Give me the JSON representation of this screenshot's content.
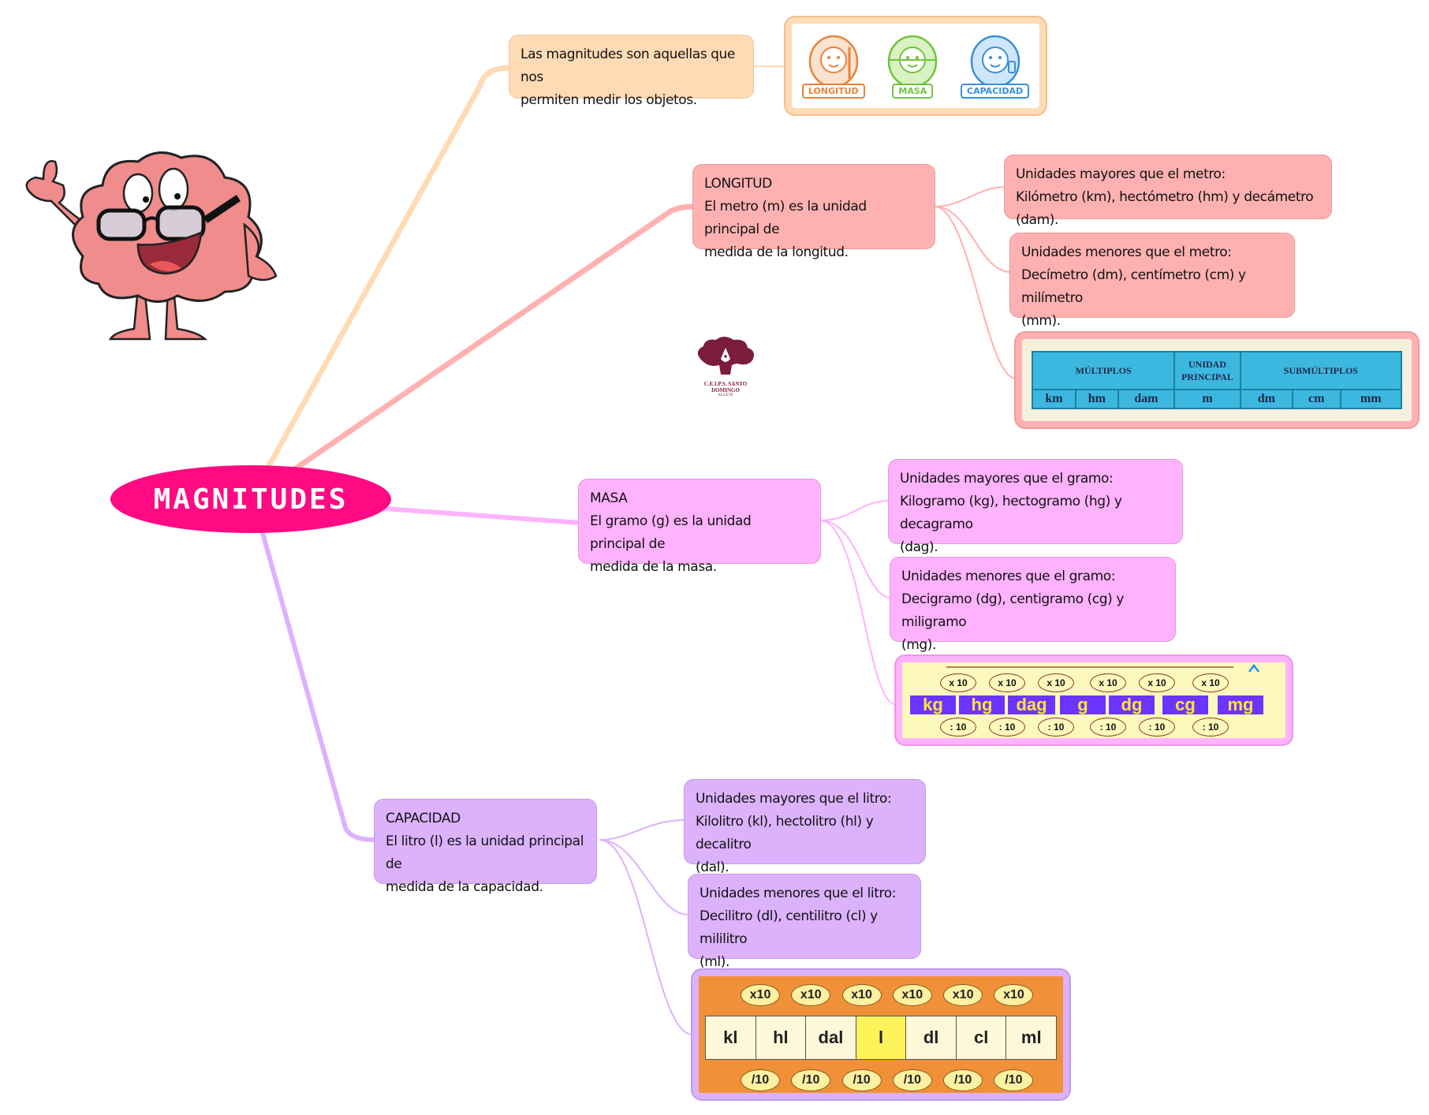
{
  "central_topic": {
    "label": "MAGNITUDES",
    "color": "#ff0a82"
  },
  "branch_colors": {
    "definition": "#ffdbb5",
    "longitud": "#ffb1b1",
    "masa": "#ffb2fd",
    "capacidad": "#dcb2fd"
  },
  "definition": {
    "lines": [
      "Las magnitudes son aquellas que nos",
      "permiten medir los objetos."
    ],
    "image": {
      "labels": [
        "LONGITUD",
        "MASA",
        "CAPACIDAD"
      ],
      "label_colors": [
        "#e8823a",
        "#72c23e",
        "#3a8fd8"
      ]
    }
  },
  "longitud": {
    "title": "LONGITUD",
    "lines": [
      "El metro (m) es la unidad principal de",
      "medida de la longitud."
    ],
    "mayores": {
      "lines": [
        "Unidades mayores que el metro:",
        "Kilómetro (km), hectómetro (hm) y decámetro (dam)."
      ]
    },
    "menores": {
      "lines": [
        "Unidades menores que el metro:",
        "Decímetro (dm), centímetro (cm) y milímetro",
        "(mm)."
      ]
    },
    "table": {
      "headers": [
        "MÚLTIPLOS",
        "UNIDAD PRINCIPAL",
        "SUBMÚLTIPLOS"
      ],
      "units": [
        "km",
        "hm",
        "dam",
        "m",
        "dm",
        "cm",
        "mm"
      ]
    }
  },
  "logo": {
    "name": "C.E.I.P.S. SANTO DOMINGO",
    "sub": "ALGETE"
  },
  "masa": {
    "title": "MASA",
    "lines": [
      "El gramo (g) es la unidad principal de",
      "medida de la masa."
    ],
    "mayores": {
      "lines": [
        "Unidades mayores que el gramo:",
        "Kilogramo (kg), hectogramo (hg) y decagramo",
        "(dag)."
      ]
    },
    "menores": {
      "lines": [
        "Unidades menores que el gramo:",
        "Decigramo (dg), centigramo (cg) y miligramo",
        "(mg)."
      ]
    },
    "strip": {
      "units": [
        "kg",
        "hg",
        "dag",
        "g",
        "dg",
        "cg",
        "mg"
      ],
      "multiply_label": "x 10",
      "divide_label": ": 10"
    }
  },
  "capacidad": {
    "title": "CAPACIDAD",
    "lines": [
      "El litro (l) es la unidad principal de",
      "medida de la capacidad."
    ],
    "mayores": {
      "lines": [
        "Unidades mayores que el litro:",
        "Kilolitro (kl), hectolitro (hl) y decalitro",
        "(dal)."
      ]
    },
    "menores": {
      "lines": [
        "Unidades menores que el litro:",
        "Decilitro (dl), centilitro (cl) y mililitro",
        "(ml)."
      ]
    },
    "strip": {
      "units": [
        "kl",
        "hl",
        "dal",
        "l",
        "dl",
        "cl",
        "ml"
      ],
      "highlight": "l",
      "multiply_label": "x10",
      "divide_label": "/10"
    }
  }
}
